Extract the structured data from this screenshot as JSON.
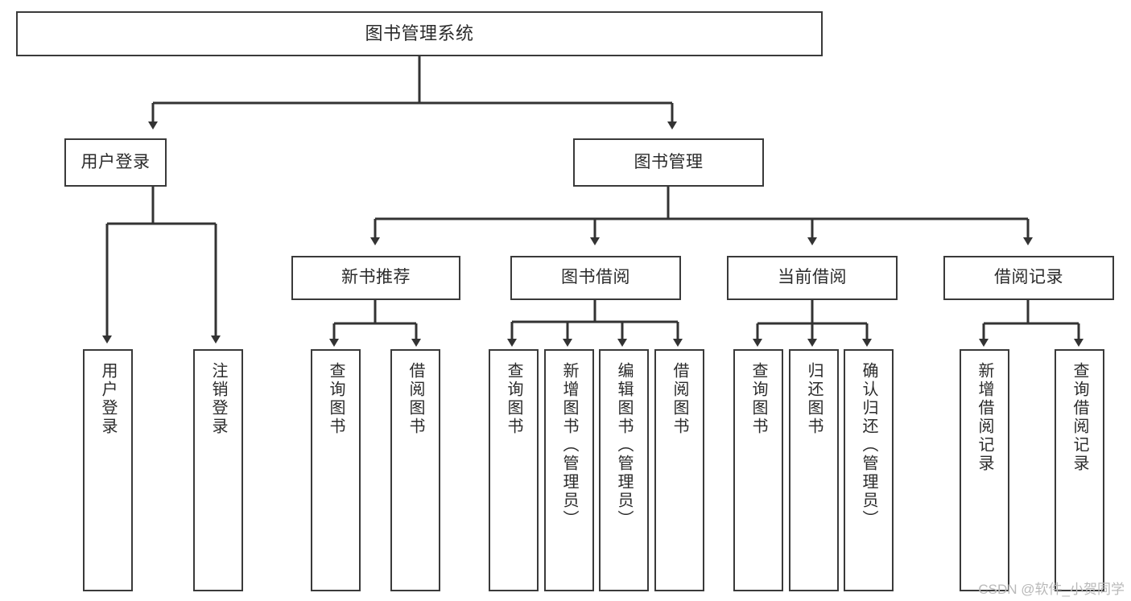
{
  "diagram": {
    "title": "图书管理系统",
    "type": "tree-hierarchy",
    "root": {
      "id": "root",
      "label": "图书管理系统"
    },
    "level2": [
      {
        "id": "user-login",
        "label": "用户登录"
      },
      {
        "id": "book-manage",
        "label": "图书管理"
      }
    ],
    "level3": [
      {
        "id": "new-book-rec",
        "label": "新书推荐",
        "parent": "book-manage"
      },
      {
        "id": "book-borrow",
        "label": "图书借阅",
        "parent": "book-manage"
      },
      {
        "id": "current-borrow",
        "label": "当前借阅",
        "parent": "book-manage"
      },
      {
        "id": "borrow-record",
        "label": "借阅记录",
        "parent": "book-manage"
      }
    ],
    "leaves": [
      {
        "id": "leaf-user-login",
        "label": "用户登录",
        "parent": "user-login"
      },
      {
        "id": "leaf-logout",
        "label": "注销登录",
        "parent": "user-login"
      },
      {
        "id": "leaf-query-book-1",
        "label": "查询图书",
        "parent": "new-book-rec"
      },
      {
        "id": "leaf-borrow-book-1",
        "label": "借阅图书",
        "parent": "new-book-rec"
      },
      {
        "id": "leaf-query-book-2",
        "label": "查询图书",
        "parent": "book-borrow"
      },
      {
        "id": "leaf-add-book",
        "label": "新增图书（管理员）",
        "parent": "book-borrow"
      },
      {
        "id": "leaf-edit-book",
        "label": "编辑图书（管理员）",
        "parent": "book-borrow"
      },
      {
        "id": "leaf-borrow-book-2",
        "label": "借阅图书",
        "parent": "book-borrow"
      },
      {
        "id": "leaf-query-book-3",
        "label": "查询图书",
        "parent": "current-borrow"
      },
      {
        "id": "leaf-return-book",
        "label": "归还图书",
        "parent": "current-borrow"
      },
      {
        "id": "leaf-confirm-return",
        "label": "确认归还（管理员）",
        "parent": "current-borrow"
      },
      {
        "id": "leaf-add-record",
        "label": "新增借阅记录",
        "parent": "borrow-record"
      },
      {
        "id": "leaf-query-record",
        "label": "查询借阅记录",
        "parent": "borrow-record"
      }
    ]
  },
  "watermark": {
    "text": "CSDN @软件_小贺同学"
  },
  "colors": {
    "border": "#3a3a3a",
    "text": "#2b2b2b",
    "background": "#ffffff",
    "connector": "#333333",
    "watermark": "#b9b9b9"
  }
}
